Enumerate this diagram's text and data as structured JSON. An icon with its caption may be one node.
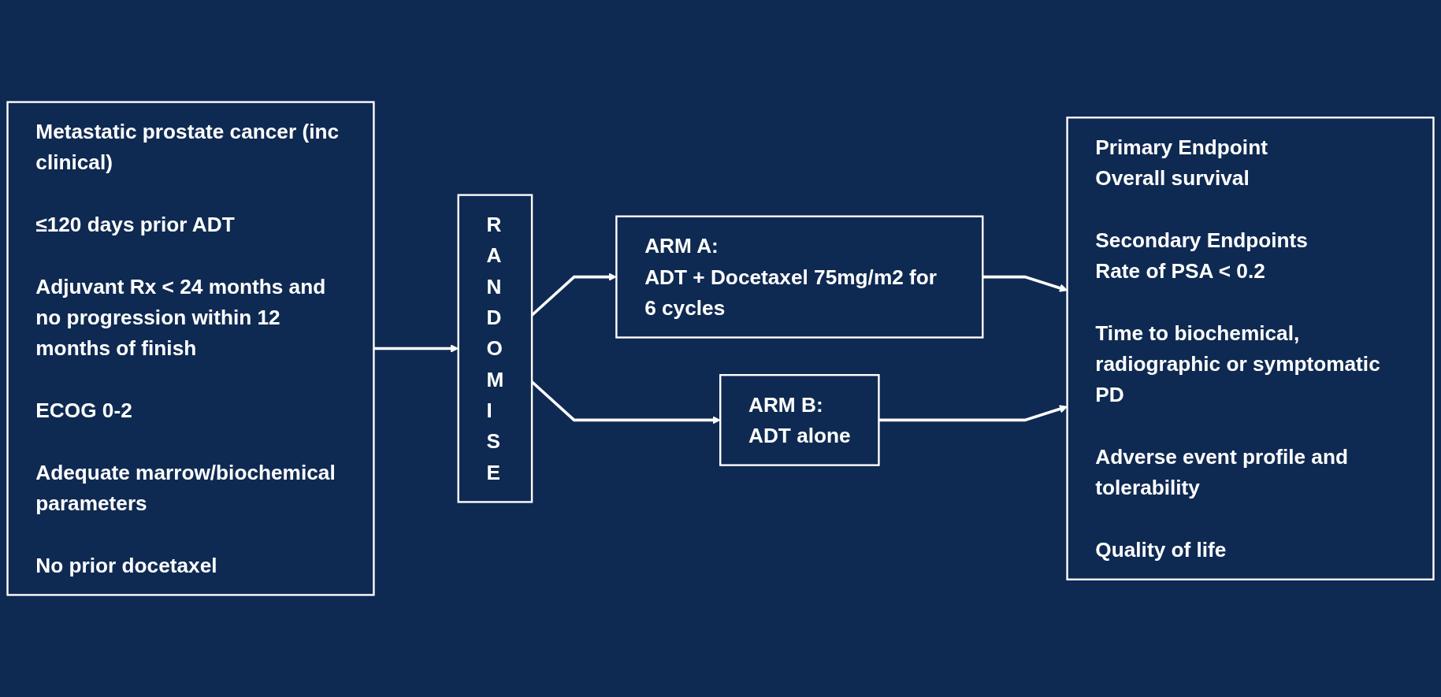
{
  "diagram": {
    "nodes": [
      {
        "text": [
          "Metastatic prostate cancer (inc clinical)",
          "≤120 days prior ADT",
          "Adjuvant Rx < 24 months and no progression within 12 months of finish",
          "ECOG 0-2",
          "Adequate marrow/biochemical parameters",
          "No prior docetaxel"
        ]
      },
      {
        "text": [
          "RANDOMISE"
        ]
      },
      {
        "text": [
          "ARM A:",
          "ADT + Docetaxel 75mg/m2 for 6 cycles"
        ]
      },
      {
        "text": [
          "ARM B:",
          "ADT alone"
        ]
      },
      {
        "text": [
          "Primary Endpoint",
          "Overall survival",
          "Secondary Endpoints",
          "Rate of PSA < 0.2",
          "Time to biochemical, radiographic or symptomatic PD",
          "Adverse event profile and tolerability",
          "Quality of life"
        ]
      }
    ],
    "edges": [
      {
        "from": 0,
        "to": 1,
        "arrow": "to"
      },
      {
        "from": 1,
        "to": 2,
        "arrow": "to"
      },
      {
        "from": 1,
        "to": 3,
        "arrow": "to"
      },
      {
        "from": 2,
        "to": 4,
        "arrow": "to"
      },
      {
        "from": 3,
        "to": 4,
        "arrow": "to"
      }
    ]
  }
}
